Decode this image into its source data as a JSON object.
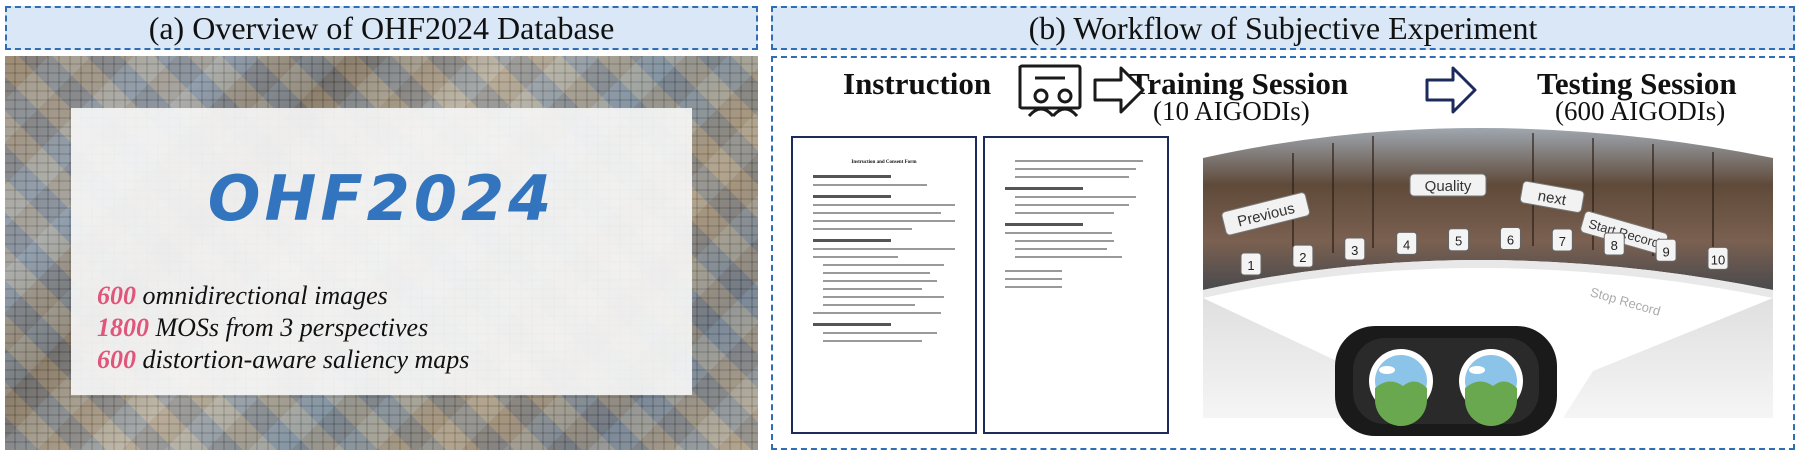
{
  "panel_a": {
    "header": "(a) Overview of OHF2024 Database",
    "logo": "OHF2024",
    "stats": [
      {
        "num": "600",
        "text": " omnidirectional images"
      },
      {
        "num": "1800",
        "text": " MOSs from 3 perspectives"
      },
      {
        "num": "600",
        "text": " distortion-aware saliency maps"
      }
    ]
  },
  "panel_b": {
    "header": "(b) Workflow of Subjective Experiment",
    "instruction": "Instruction",
    "training": {
      "title": "Training Session",
      "sub": "(10 AIGODIs)"
    },
    "testing": {
      "title": "Testing Session",
      "sub": "(600 AIGODIs)"
    },
    "form_title": "Instruction and Consent Form",
    "vr_ui": {
      "previous": "Previous",
      "quality": "Quality",
      "next": "next",
      "start": "Start Record",
      "stop": "Stop Record",
      "scores": [
        "1",
        "2",
        "3",
        "4",
        "5",
        "6",
        "7",
        "8",
        "9",
        "10"
      ]
    }
  },
  "colors": {
    "accent": "#3274bd",
    "highlight": "#e0557a",
    "header_bg": "#d9e7f6"
  },
  "icons": [
    "presentation-icon",
    "right-arrow-icon",
    "vr-headset-icon"
  ]
}
